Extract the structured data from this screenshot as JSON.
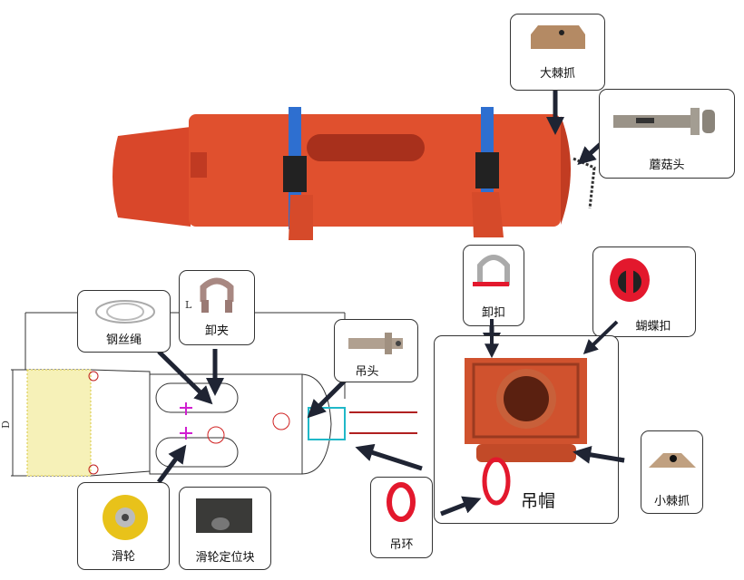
{
  "callouts": {
    "big_ratchet": "大棘抓",
    "mushroom_head": "蘑菇头",
    "shackle": "卸扣",
    "butterfly_buckle": "蝴蝶扣",
    "wire_rope": "钢丝绳",
    "wire_clip": "卸夹",
    "lifting_head": "吊头",
    "lifting_cap": "吊帽",
    "small_ratchet": "小棘抓",
    "pulley": "滑轮",
    "pulley_block": "滑轮定位块",
    "lifting_ring": "吊环"
  },
  "drawing": {
    "length_label": "L",
    "diameter_label": "D"
  },
  "colors": {
    "body": "#e0502e",
    "strap": "#2e6fd0",
    "arrow": "#1f2433",
    "ring": "#e3182d",
    "pulley": "#e8c21a"
  }
}
